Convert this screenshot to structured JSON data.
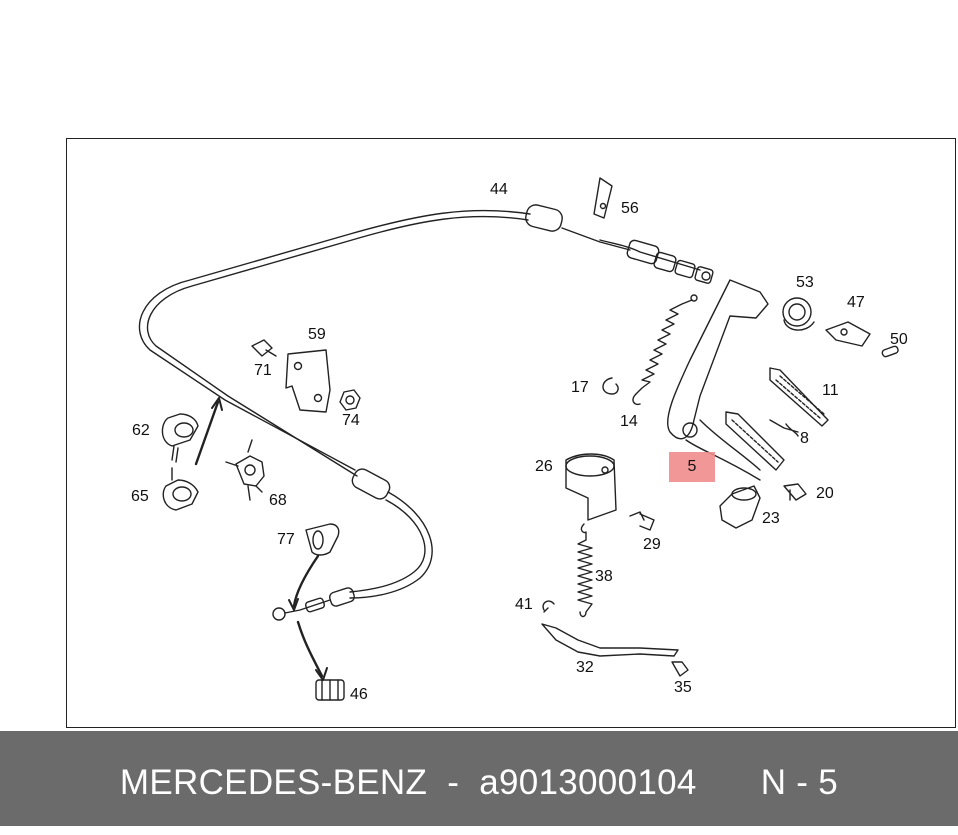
{
  "diagram": {
    "part_labels": [
      "44",
      "56",
      "53",
      "47",
      "50",
      "59",
      "71",
      "74",
      "17",
      "14",
      "11",
      "8",
      "62",
      "65",
      "68",
      "26",
      "5",
      "20",
      "23",
      "29",
      "77",
      "38",
      "41",
      "32",
      "35",
      "46"
    ],
    "highlighted_part": "5",
    "highlight_color": "#f08c8c",
    "line_color": "#222222"
  },
  "footer": {
    "brand": "MERCEDES-BENZ",
    "dash": "-",
    "part_number": "a9013000104",
    "position": "N - 5",
    "background": "#6b6b6b",
    "text_color": "#ffffff"
  }
}
